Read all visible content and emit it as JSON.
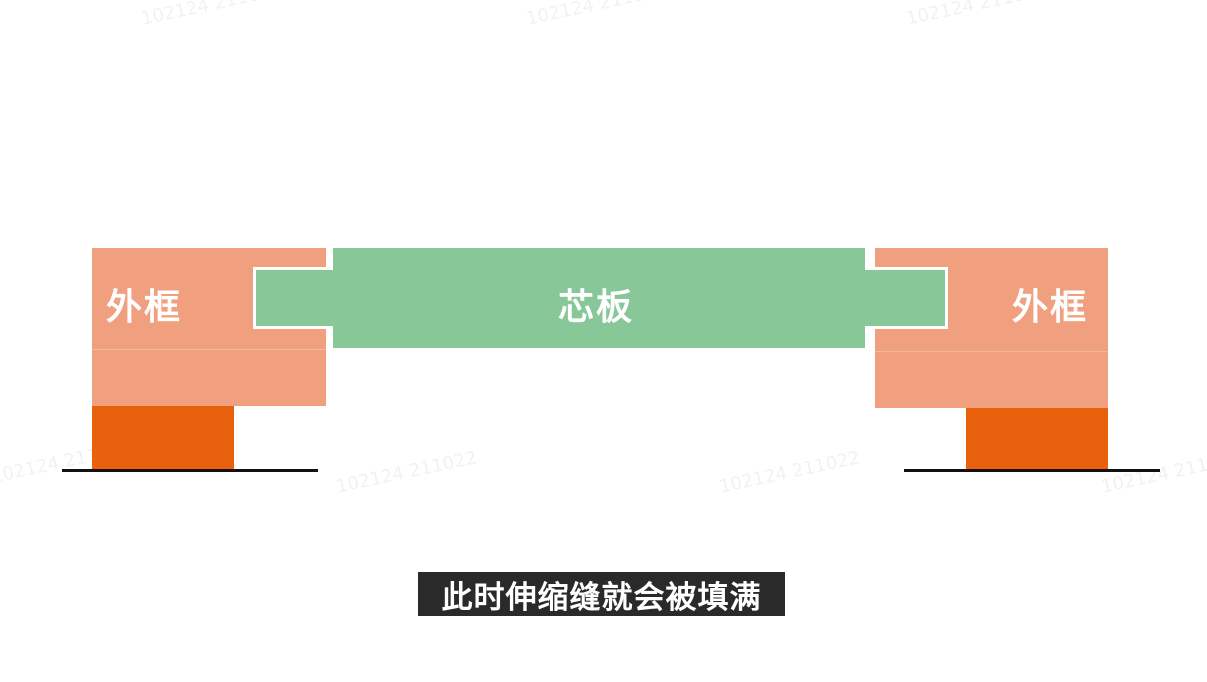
{
  "diagram": {
    "left_frame_label": "外框",
    "right_frame_label": "外框",
    "core_panel_label": "芯板",
    "caption": "此时伸缩缝就会被填满",
    "watermark_text": "102124 211022",
    "colors": {
      "outer_frame": "#f0a07e",
      "base_block": "#e9610d",
      "core_panel": "#88c898",
      "ground_line": "#111111",
      "caption_bg": "#2a2a2a"
    }
  }
}
